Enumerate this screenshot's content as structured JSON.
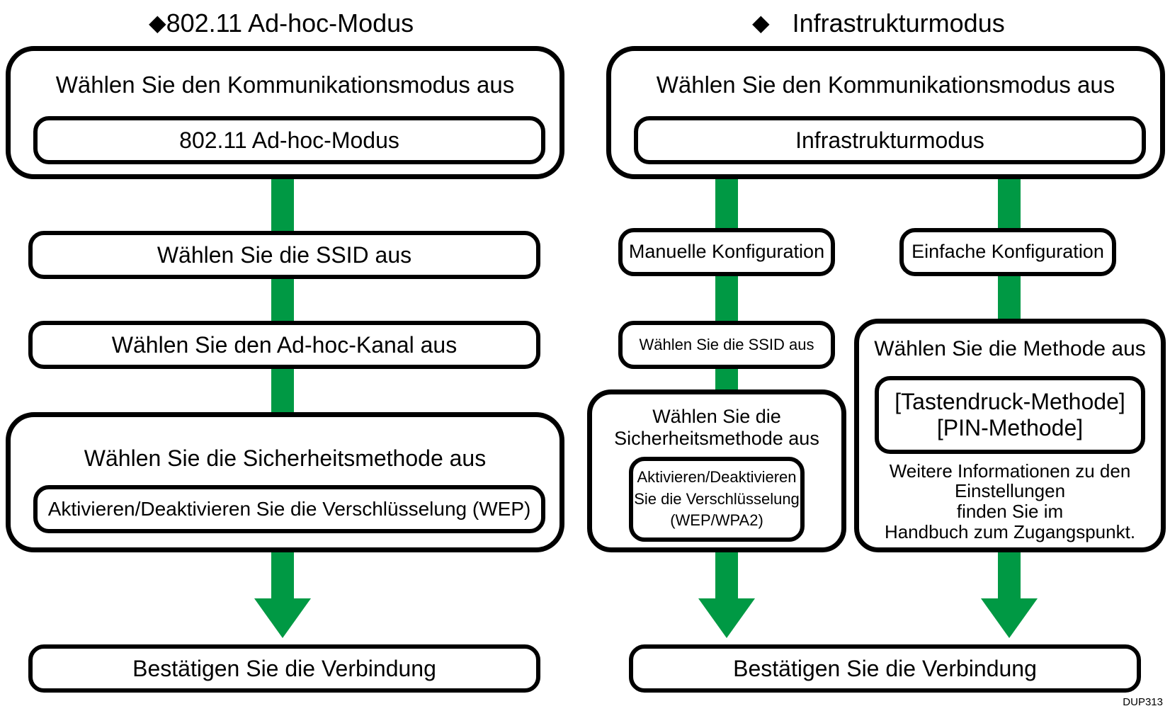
{
  "left": {
    "title": "802.11 Ad-hoc-Modus",
    "step_mode_heading": "Wählen Sie den Kommunikationsmodus aus",
    "step_mode_value": "802.11 Ad-hoc-Modus",
    "step_ssid": "Wählen Sie die SSID aus",
    "step_channel": "Wählen Sie den Ad-hoc-Kanal aus",
    "step_security_heading": "Wählen Sie die Sicherheitsmethode aus",
    "step_security_value": "Aktivieren/Deaktivieren Sie die Verschlüsselung (WEP)",
    "step_confirm": "Bestätigen Sie die Verbindung"
  },
  "right": {
    "title": "Infrastrukturmodus",
    "step_mode_heading": "Wählen Sie den Kommunikationsmodus aus",
    "step_mode_value": "Infrastrukturmodus",
    "manual": {
      "label": "Manuelle Konfiguration",
      "step_ssid": "Wählen Sie die SSID aus",
      "security_heading_line1": "Wählen Sie die",
      "security_heading_line2": "Sicherheitsmethode aus",
      "security_value_line1": "Aktivieren/Deaktivieren",
      "security_value_line2": "Sie die Verschlüsselung",
      "security_value_line3": "(WEP/WPA2)"
    },
    "easy": {
      "label": "Einfache Konfiguration",
      "method_heading": "Wählen Sie die Methode aus",
      "method_value_line1": "[Tastendruck-Methode]",
      "method_value_line2": "[PIN-Methode]",
      "note_line1": "Weitere Informationen zu den",
      "note_line2": "Einstellungen",
      "note_line3": "finden Sie im",
      "note_line4": "Handbuch zum Zugangspunkt."
    },
    "step_confirm": "Bestätigen Sie die Verbindung"
  },
  "symbols": {
    "bullet": "◆"
  },
  "colors": {
    "arrow": "#009944",
    "border": "#000000"
  },
  "figure_id": "DUP313"
}
